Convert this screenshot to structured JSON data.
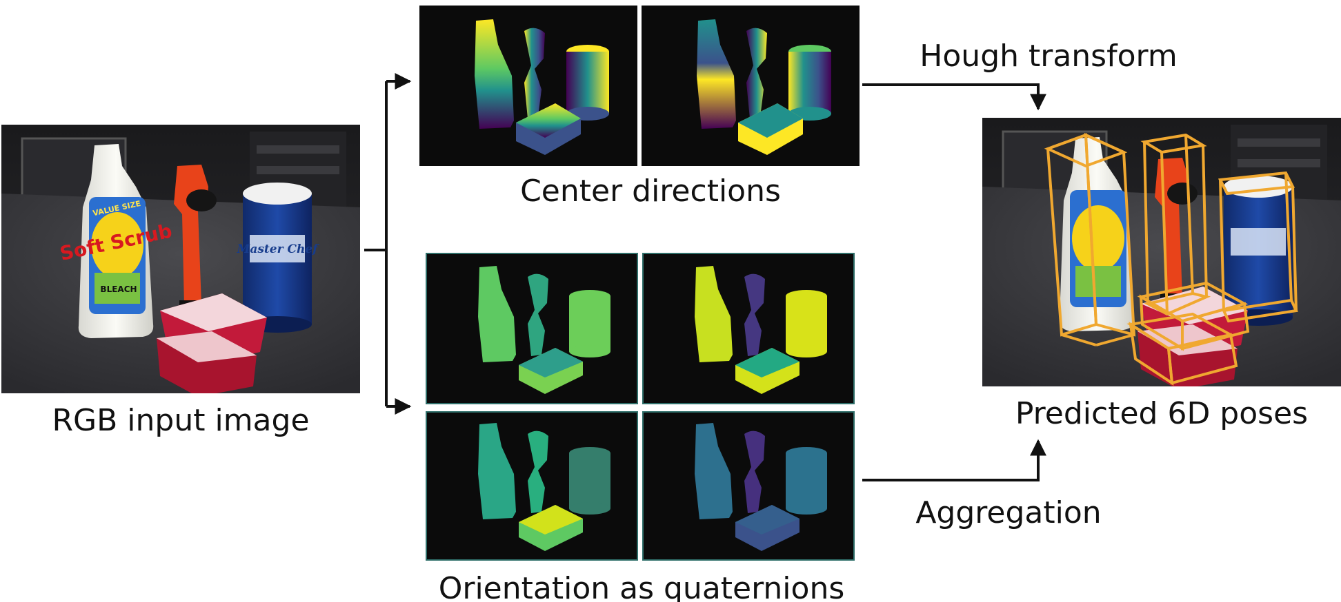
{
  "captions": {
    "rgb_input": "RGB input image",
    "center_directions": "Center directions",
    "orientation": "Orientation as quaternions",
    "predicted_poses": "Predicted 6D poses",
    "hough": "Hough transform",
    "aggregation": "Aggregation"
  },
  "photo_labels": {
    "bottle_brand": "Soft Scrub",
    "bottle_top": "VALUE SIZE",
    "bottle_bleach": "BLEACH",
    "can_brand": "Master Chef"
  },
  "colors": {
    "bbox": "#f0a830",
    "arrow": "#111111",
    "panel_bg": "#0b0b0b",
    "viridis_dark": "#440154",
    "viridis_blue": "#3b528b",
    "viridis_teal": "#21918c",
    "viridis_green": "#5ec962",
    "viridis_yellow": "#fde725"
  }
}
